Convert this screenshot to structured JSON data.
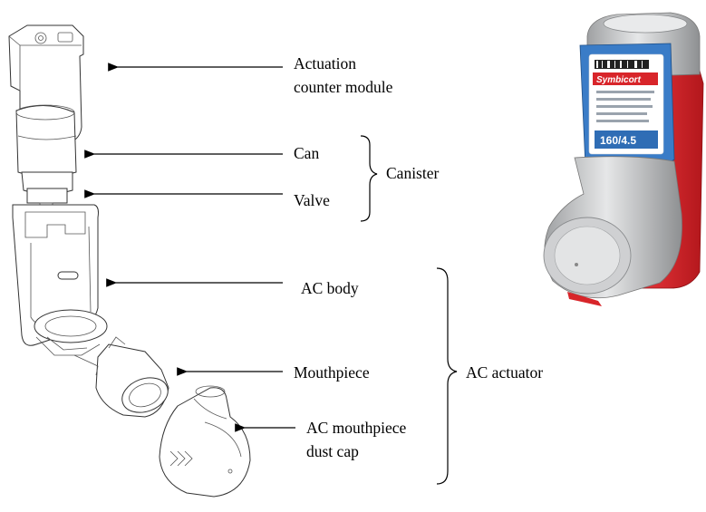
{
  "labels": {
    "actuation_counter_module_line1": "Actuation",
    "actuation_counter_module_line2": "counter module",
    "can": "Can",
    "valve": "Valve",
    "canister": "Canister",
    "ac_body": "AC body",
    "mouthpiece": "Mouthpiece",
    "ac_actuator": "AC actuator",
    "ac_mouthpiece_dust_cap_line1": "AC mouthpiece",
    "ac_mouthpiece_dust_cap_line2": "dust cap"
  },
  "product_label": {
    "brand": "Symbicort",
    "strength": "160/4.5"
  },
  "colors": {
    "inhaler_red": "#d8252a",
    "inhaler_grey": "#c9cacb",
    "label_blue": "#2f6db5"
  },
  "icons": [
    "arrow-left",
    "brace-right"
  ]
}
